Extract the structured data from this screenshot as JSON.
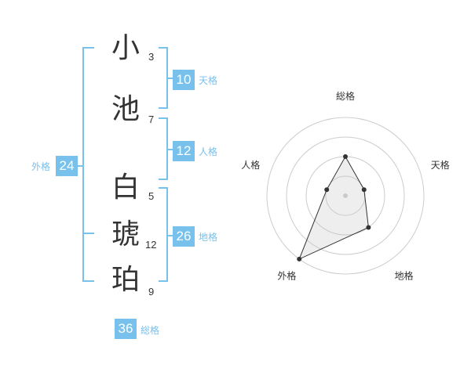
{
  "name_chars": [
    {
      "char": "小",
      "strokes": "3"
    },
    {
      "char": "池",
      "strokes": "7"
    },
    {
      "char": "白",
      "strokes": "5"
    },
    {
      "char": "琥",
      "strokes": "12"
    },
    {
      "char": "珀",
      "strokes": "9"
    }
  ],
  "kaku": {
    "tenkaku": {
      "value": "10",
      "label": "天格"
    },
    "jinkaku": {
      "value": "12",
      "label": "人格"
    },
    "chikaku": {
      "value": "26",
      "label": "地格"
    },
    "gaikaku": {
      "value": "24",
      "label": "外格"
    },
    "soukaku": {
      "value": "36",
      "label": "総格"
    }
  },
  "accent_color": "#78c1ec",
  "chart_data": {
    "type": "radar",
    "axes": [
      "総格",
      "天格",
      "地格",
      "外格",
      "人格"
    ],
    "values": [
      2,
      1,
      2,
      4,
      1
    ],
    "rings": 4,
    "max": 4
  }
}
